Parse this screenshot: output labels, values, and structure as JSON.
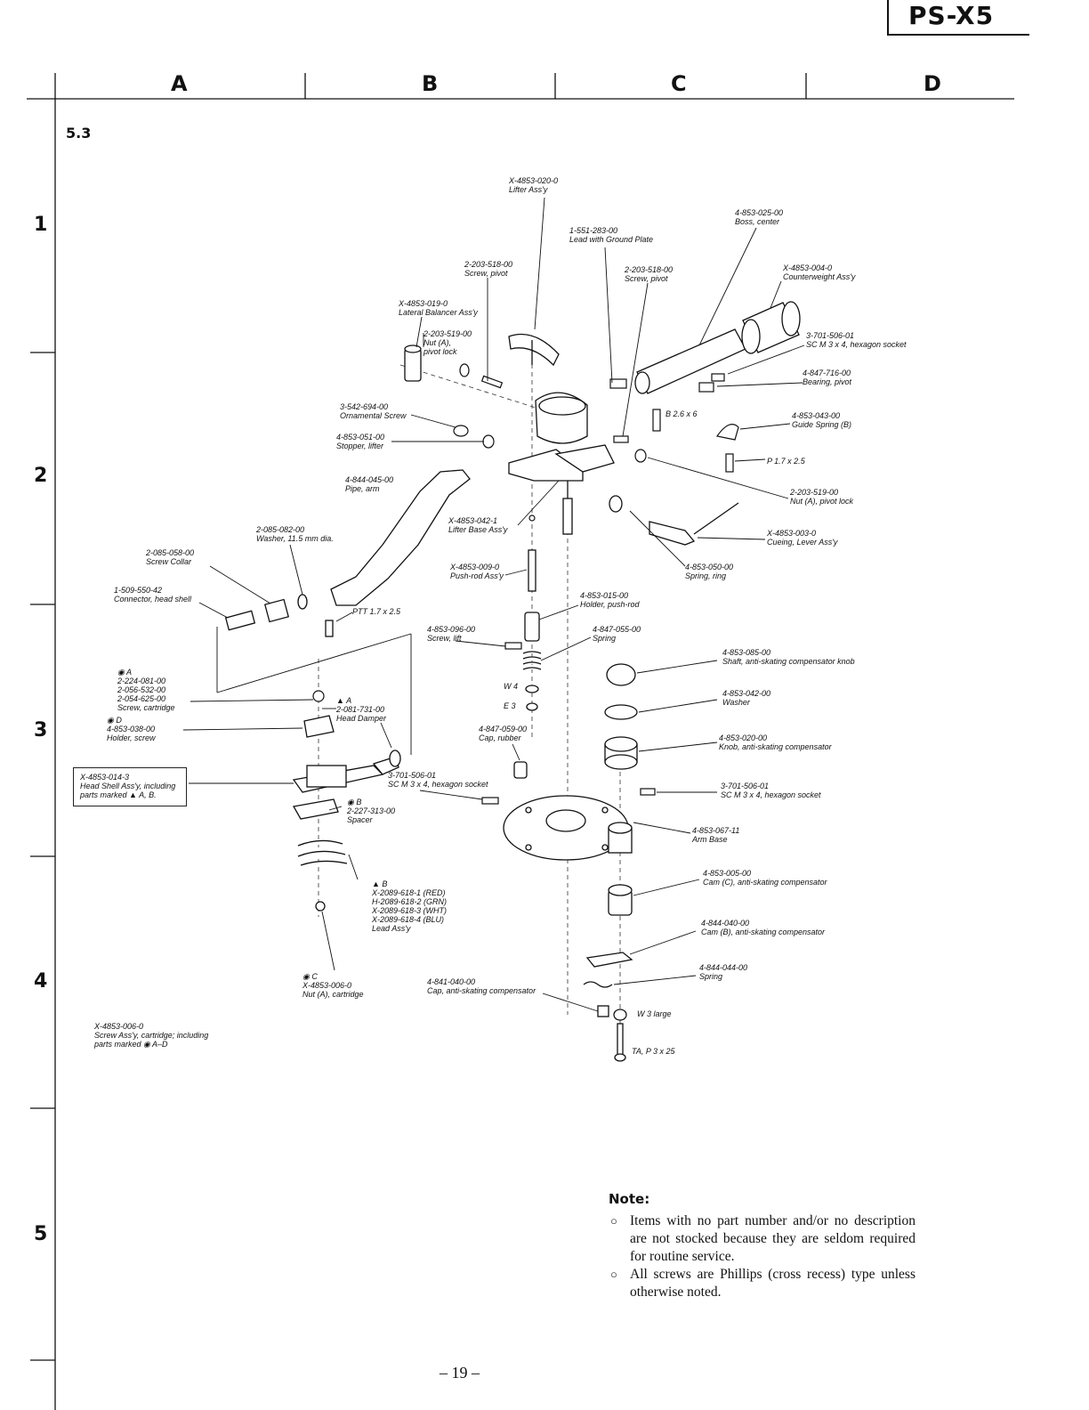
{
  "header": {
    "model": "PS-X5"
  },
  "grid": {
    "columns": [
      "A",
      "B",
      "C",
      "D"
    ],
    "rows": [
      "1",
      "2",
      "3",
      "4",
      "5"
    ]
  },
  "section": "5.3",
  "parts": [
    {
      "id": "p01",
      "number": "X-4853-020-0",
      "desc": "Lifter Ass'y"
    },
    {
      "id": "p02",
      "number": "1-551-283-00",
      "desc": "Lead with Ground Plate"
    },
    {
      "id": "p03",
      "number": "4-853-025-00",
      "desc": "Boss, center"
    },
    {
      "id": "p04",
      "number": "2-203-518-00",
      "desc": "Screw, pivot"
    },
    {
      "id": "p05",
      "number": "2-203-518-00",
      "desc": "Screw, pivot"
    },
    {
      "id": "p06",
      "number": "X-4853-004-0",
      "desc": "Counterweight Ass'y"
    },
    {
      "id": "p07",
      "number": "X-4853-019-0",
      "desc": "Lateral Balancer Ass'y"
    },
    {
      "id": "p08",
      "number": "2-203-519-00",
      "desc": "Nut (A),\npivot lock"
    },
    {
      "id": "p09",
      "number": "3-701-506-01",
      "desc": "SC M 3 x 4, hexagon socket"
    },
    {
      "id": "p10",
      "number": "4-847-716-00",
      "desc": "Bearing, pivot"
    },
    {
      "id": "p11",
      "number": "3-542-694-00",
      "desc": "Ornamental Screw"
    },
    {
      "id": "p12",
      "number": "4-853-051-00",
      "desc": "Stopper, lifter"
    },
    {
      "id": "p13",
      "number": "",
      "desc": "B 2.6 x 6"
    },
    {
      "id": "p14",
      "number": "4-853-043-00",
      "desc": "Guide Spring (B)"
    },
    {
      "id": "p15",
      "number": "",
      "desc": "P 1.7 x 2.5"
    },
    {
      "id": "p16",
      "number": "4-844-045-00",
      "desc": "Pipe, arm"
    },
    {
      "id": "p17",
      "number": "2-203-519-00",
      "desc": "Nut (A), pivot lock"
    },
    {
      "id": "p18",
      "number": "X-4853-042-1",
      "desc": "Lifter Base Ass'y"
    },
    {
      "id": "p19",
      "number": "X-4853-003-0",
      "desc": "Cueing, Lever Ass'y"
    },
    {
      "id": "p20",
      "number": "2-085-082-00",
      "desc": "Washer, 11.5 mm dia."
    },
    {
      "id": "p21",
      "number": "2-085-058-00",
      "desc": "Screw Collar"
    },
    {
      "id": "p22",
      "number": "X-4853-009-0",
      "desc": "Push-rod Ass'y"
    },
    {
      "id": "p23",
      "number": "4-853-050-00",
      "desc": "Spring, ring"
    },
    {
      "id": "p24",
      "number": "1-509-550-42",
      "desc": "Connector, head shell"
    },
    {
      "id": "p25",
      "number": "4-853-015-00",
      "desc": "Holder, push-rod"
    },
    {
      "id": "p26",
      "number": "",
      "desc": "PTT 1.7 x 2.5"
    },
    {
      "id": "p27",
      "number": "4-853-096-00",
      "desc": "Screw, lift"
    },
    {
      "id": "p28",
      "number": "4-847-055-00",
      "desc": "Spring"
    },
    {
      "id": "p29",
      "number": "4-853-085-00",
      "desc": "Shaft, anti-skating compensator knob"
    },
    {
      "id": "p30",
      "number": "◉ A\n2-224-081-00\n2-056-532-00\n2-054-625-00",
      "desc": "Screw, cartridge"
    },
    {
      "id": "p31",
      "number": "▲ A\n2-081-731-00",
      "desc": "Head Damper"
    },
    {
      "id": "p32",
      "number": "",
      "desc": "W 4"
    },
    {
      "id": "p33",
      "number": "4-853-042-00",
      "desc": "Washer"
    },
    {
      "id": "p34",
      "number": "◉ D\n4-853-038-00",
      "desc": "Holder, screw"
    },
    {
      "id": "p35",
      "number": "",
      "desc": "E 3"
    },
    {
      "id": "p36",
      "number": "4-847-059-00",
      "desc": "Cap, rubber"
    },
    {
      "id": "p37",
      "number": "4-853-020-00",
      "desc": "Knob, anti-skating compensator"
    },
    {
      "id": "p38",
      "number": "X-4853-014-3",
      "desc": "Head Shell Ass'y, including\nparts marked ▲ A, B."
    },
    {
      "id": "p39",
      "number": "3-701-506-01",
      "desc": "SC M 3 x 4, hexagon socket"
    },
    {
      "id": "p40",
      "number": "3-701-506-01",
      "desc": "SC M 3 x 4, hexagon socket"
    },
    {
      "id": "p41",
      "number": "◉ B\n2-227-313-00",
      "desc": "Spacer"
    },
    {
      "id": "p42",
      "number": "4-853-067-11",
      "desc": "Arm Base"
    },
    {
      "id": "p43",
      "number": "4-853-005-00",
      "desc": "Cam (C), anti-skating compensator"
    },
    {
      "id": "p44",
      "number": "▲ B\nX-2089-618-1 (RED)\nH-2089-618-2 (GRN)\nX-2089-618-3 (WHT)\nX-2089-618-4 (BLU)",
      "desc": "Lead Ass'y"
    },
    {
      "id": "p45",
      "number": "4-844-040-00",
      "desc": "Cam (B), anti-skating compensator"
    },
    {
      "id": "p46",
      "number": "4-844-044-00",
      "desc": "Spring"
    },
    {
      "id": "p47",
      "number": "◉ C\nX-4853-006-0",
      "desc": "Nut (A), cartridge"
    },
    {
      "id": "p48",
      "number": "4-841-040-00",
      "desc": "Cap, anti-skating compensator"
    },
    {
      "id": "p49",
      "number": "",
      "desc": "W 3 large"
    },
    {
      "id": "p50",
      "number": "X-4853-006-0",
      "desc": "Screw Ass'y, cartridge; including\nparts marked ◉ A–D"
    },
    {
      "id": "p51",
      "number": "",
      "desc": "TA, P 3 x 25"
    }
  ],
  "note": {
    "title": "Note:",
    "items": [
      "Items with no part number and/or no description are not stocked because they are seldom required for routine service.",
      "All screws are Phillips (cross recess) type unless otherwise noted."
    ]
  },
  "footer": {
    "page": "– 19 –"
  }
}
